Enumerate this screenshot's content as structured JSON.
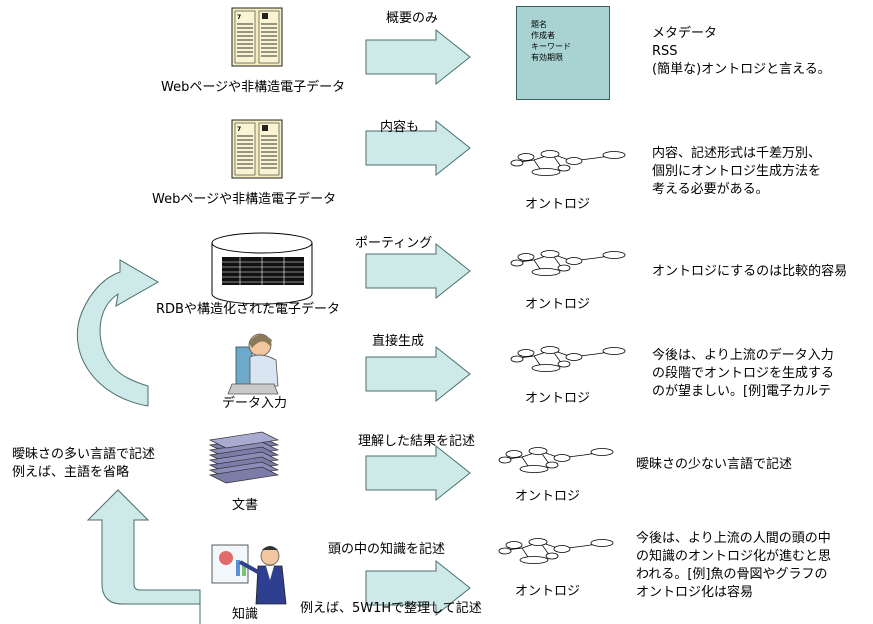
{
  "rows": [
    {
      "source_label": "Webページや非構造電子データ",
      "arrow_label": "概要のみ",
      "result_label": "",
      "note_lines": [
        "メタデータ",
        "RSS",
        "(簡単な)オントロジと言える。"
      ]
    },
    {
      "source_label": "Webページや非構造電子データ",
      "arrow_label": "内容も",
      "result_label": "オントロジ",
      "note_lines": [
        "内容、記述形式は千差万別、",
        "個別にオントロジ生成方法を",
        "考える必要がある。"
      ]
    },
    {
      "source_label": "RDBや構造化された電子データ",
      "arrow_label": "ポーティング",
      "result_label": "オントロジ",
      "note_lines": [
        "オントロジにするのは比較的容易"
      ]
    },
    {
      "source_label": "データ入力",
      "arrow_label": "直接生成",
      "result_label": "オントロジ",
      "note_lines": [
        "今後は、より上流のデータ入力",
        "の段階でオントロジを生成する",
        "のが望ましい。[例]電子カルテ"
      ]
    },
    {
      "source_label": "文書",
      "arrow_label": "理解した結果を記述",
      "result_label": "オントロジ",
      "note_lines": [
        "曖昧さの少ない言語で記述"
      ]
    },
    {
      "source_label": "知識",
      "arrow_label": "頭の中の知識を記述",
      "arrow_sublabel": "例えば、5W1Hで整理して記述",
      "result_label": "オントロジ",
      "note_lines": [
        "今後は、より上流の人間の頭の中",
        "の知識のオントロジ化が進むと思",
        "われる。[例]魚の骨図やグラフの",
        "オントロジ化は容易"
      ]
    }
  ],
  "metadata_box": [
    "題名",
    "作成者",
    "キーワード",
    "有効期限"
  ],
  "left_note_lines": [
    "曖昧さの多い言語で記述",
    "例えば、主語を省略"
  ],
  "colors": {
    "arrow_fill": "#cde9e8",
    "arrow_stroke": "#4a6e6e",
    "box_fill": "#a9d3d2"
  }
}
